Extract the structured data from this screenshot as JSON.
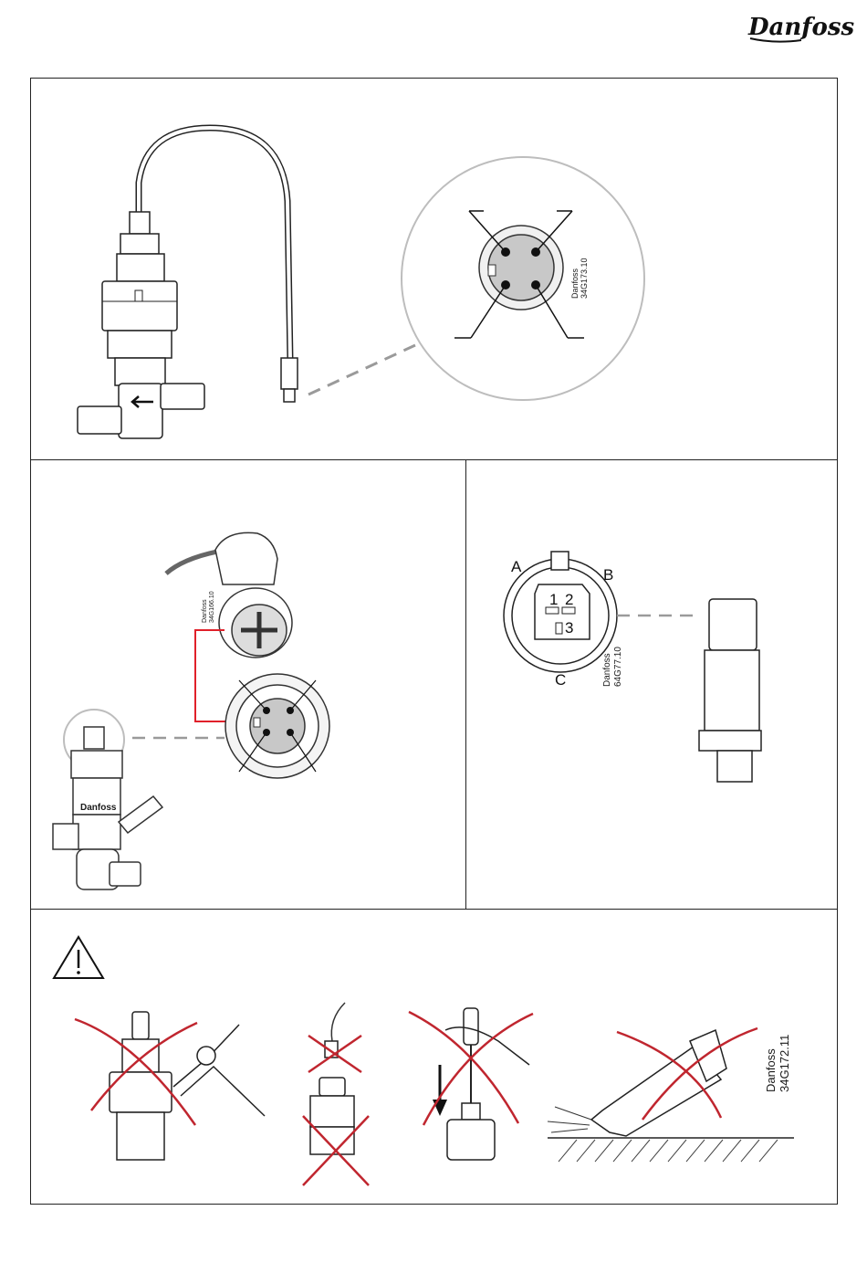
{
  "header": {
    "brand": "Danfoss"
  },
  "panel_top": {
    "connector_code_line1": "Danfoss",
    "connector_code_line2": "34G173.10"
  },
  "panel_mid_left": {
    "connector_code_line1": "Danfoss",
    "connector_code_line2": "34G166.10",
    "valve_brand": "Danfoss"
  },
  "panel_mid_right": {
    "pins": {
      "a": "A",
      "b": "B",
      "c": "C",
      "p1": "1",
      "p2": "2",
      "p3": "3"
    },
    "code_line1": "Danfoss",
    "code_line2": "64G77.10"
  },
  "panel_bottom": {
    "code_line1": "Danfoss",
    "code_line2": "34G172.11",
    "warning_icon": "warning-triangle-icon"
  },
  "colors": {
    "line": "#222222",
    "red_x": "#c0262f",
    "arrow_red": "#e0202a",
    "grey_circle": "#bdbdbd"
  }
}
